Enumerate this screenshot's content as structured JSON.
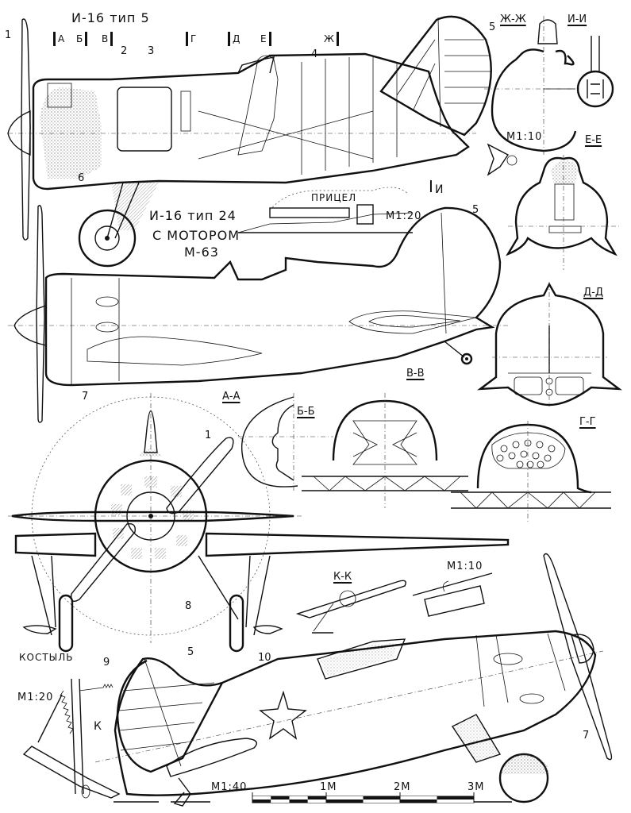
{
  "title": "И-16 тип 5",
  "subtitle_type24": [
    "И-16 тип 24",
    "С МОТОРОМ",
    "М-63"
  ],
  "stations": [
    {
      "id": "A",
      "label": "А"
    },
    {
      "id": "B",
      "label": "Б"
    },
    {
      "id": "V",
      "label": "В"
    },
    {
      "id": "G",
      "label": "Г"
    },
    {
      "id": "D",
      "label": "Д"
    },
    {
      "id": "E",
      "label": "Е"
    },
    {
      "id": "Zh",
      "label": "Ж"
    }
  ],
  "sections": {
    "zh_zh": "Ж-Ж",
    "i_i": "И-И",
    "e_e": "Е-Е",
    "d_d": "Д-Д",
    "v_v": "В-В",
    "a_a": "А-А",
    "b_b": "Б-Б",
    "g_g": "Г-Г",
    "k_k": "К-К"
  },
  "labels": {
    "gunsight": "ПРИЦЕЛ",
    "tailskid": "КОСТЫЛЬ",
    "section_marker_i": "I",
    "arrow_i": "И",
    "arrow_k": "К"
  },
  "scales": {
    "tail_detail": "М1:10",
    "gunsight_detail": "М1:20",
    "tailskid_detail": "М1:20",
    "ski_detail": "М1:10",
    "main": "М1:40"
  },
  "callouts": [
    "1",
    "2",
    "3",
    "4",
    "5",
    "6",
    "7",
    "8",
    "9",
    "10"
  ],
  "scale_bar": {
    "ticks": [
      "1М",
      "2М",
      "3М"
    ],
    "max_meters": 3
  }
}
